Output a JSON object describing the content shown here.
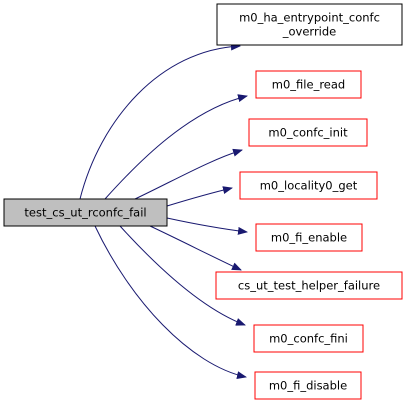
{
  "root": {
    "label": "test_cs_ut_rconfc_fail",
    "fill": "#bfbfbf",
    "border": "#000000"
  },
  "edge_color": "#191970",
  "callees": [
    {
      "lines": [
        "m0_ha_entrypoint_confc",
        "_override"
      ],
      "border": "#000000"
    },
    {
      "lines": [
        "m0_file_read"
      ],
      "border": "#ff0000"
    },
    {
      "lines": [
        "m0_confc_init"
      ],
      "border": "#ff0000"
    },
    {
      "lines": [
        "m0_locality0_get"
      ],
      "border": "#ff0000"
    },
    {
      "lines": [
        "m0_fi_enable"
      ],
      "border": "#ff0000"
    },
    {
      "lines": [
        "cs_ut_test_helper_failure"
      ],
      "border": "#ff0000"
    },
    {
      "lines": [
        "m0_confc_fini"
      ],
      "border": "#ff0000"
    },
    {
      "lines": [
        "m0_fi_disable"
      ],
      "border": "#ff0000"
    }
  ]
}
